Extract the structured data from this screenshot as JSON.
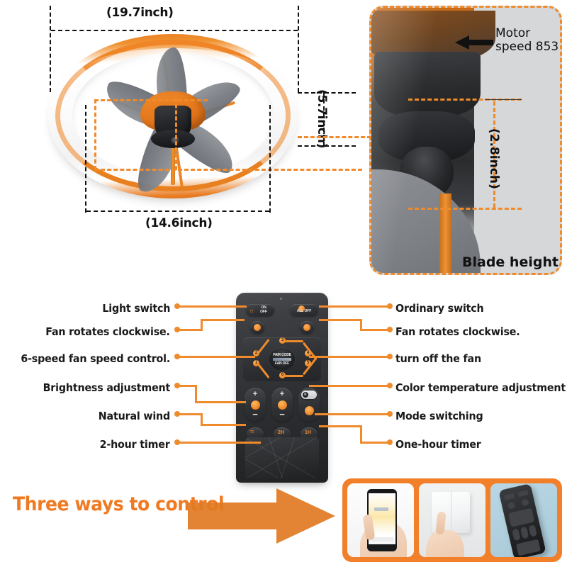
{
  "diagram": {
    "width_label": "(19.7inch)",
    "height_label": "(5.7inch)",
    "blade_span_label": "(14.6inch)"
  },
  "blade_panel": {
    "motor_speed_label": "Motor speed 853",
    "depth_label": "(2.8inch)",
    "caption": "Blade height"
  },
  "remote": {
    "buttons": {
      "light_on_off_line1": "ON",
      "light_on_off_line2": "OFF",
      "all_off": "ALL OFF",
      "pair_code": "PAIR CODE",
      "fan_off": "FAN OFF",
      "kelvin": "K",
      "timer_2h": "2H",
      "timer_1h": "1H"
    },
    "speeds": [
      "1",
      "2",
      "3",
      "4",
      "5",
      "6"
    ],
    "plus": "+",
    "minus": "−"
  },
  "callouts": {
    "left": [
      {
        "label": "Light switch"
      },
      {
        "label": "Fan rotates clockwise."
      },
      {
        "label": "6-speed fan speed control."
      },
      {
        "label": "Brightness adjustment"
      },
      {
        "label": "Natural wind"
      },
      {
        "label": "2-hour timer"
      }
    ],
    "right": [
      {
        "label": "Ordinary switch"
      },
      {
        "label": "Fan rotates clockwise."
      },
      {
        "label": "turn off the fan"
      },
      {
        "label": "Color temperature adjustment"
      },
      {
        "label": "Mode switching"
      },
      {
        "label": "One-hour timer"
      }
    ]
  },
  "bottom": {
    "headline": "Three ways to control",
    "methods": [
      "phone-app",
      "wall-switch",
      "remote-control"
    ]
  },
  "colors": {
    "accent_orange": "#ef8b2c",
    "headline_orange": "#f07a22",
    "dimension_black": "#111111",
    "remote_body": "#2e3033"
  }
}
